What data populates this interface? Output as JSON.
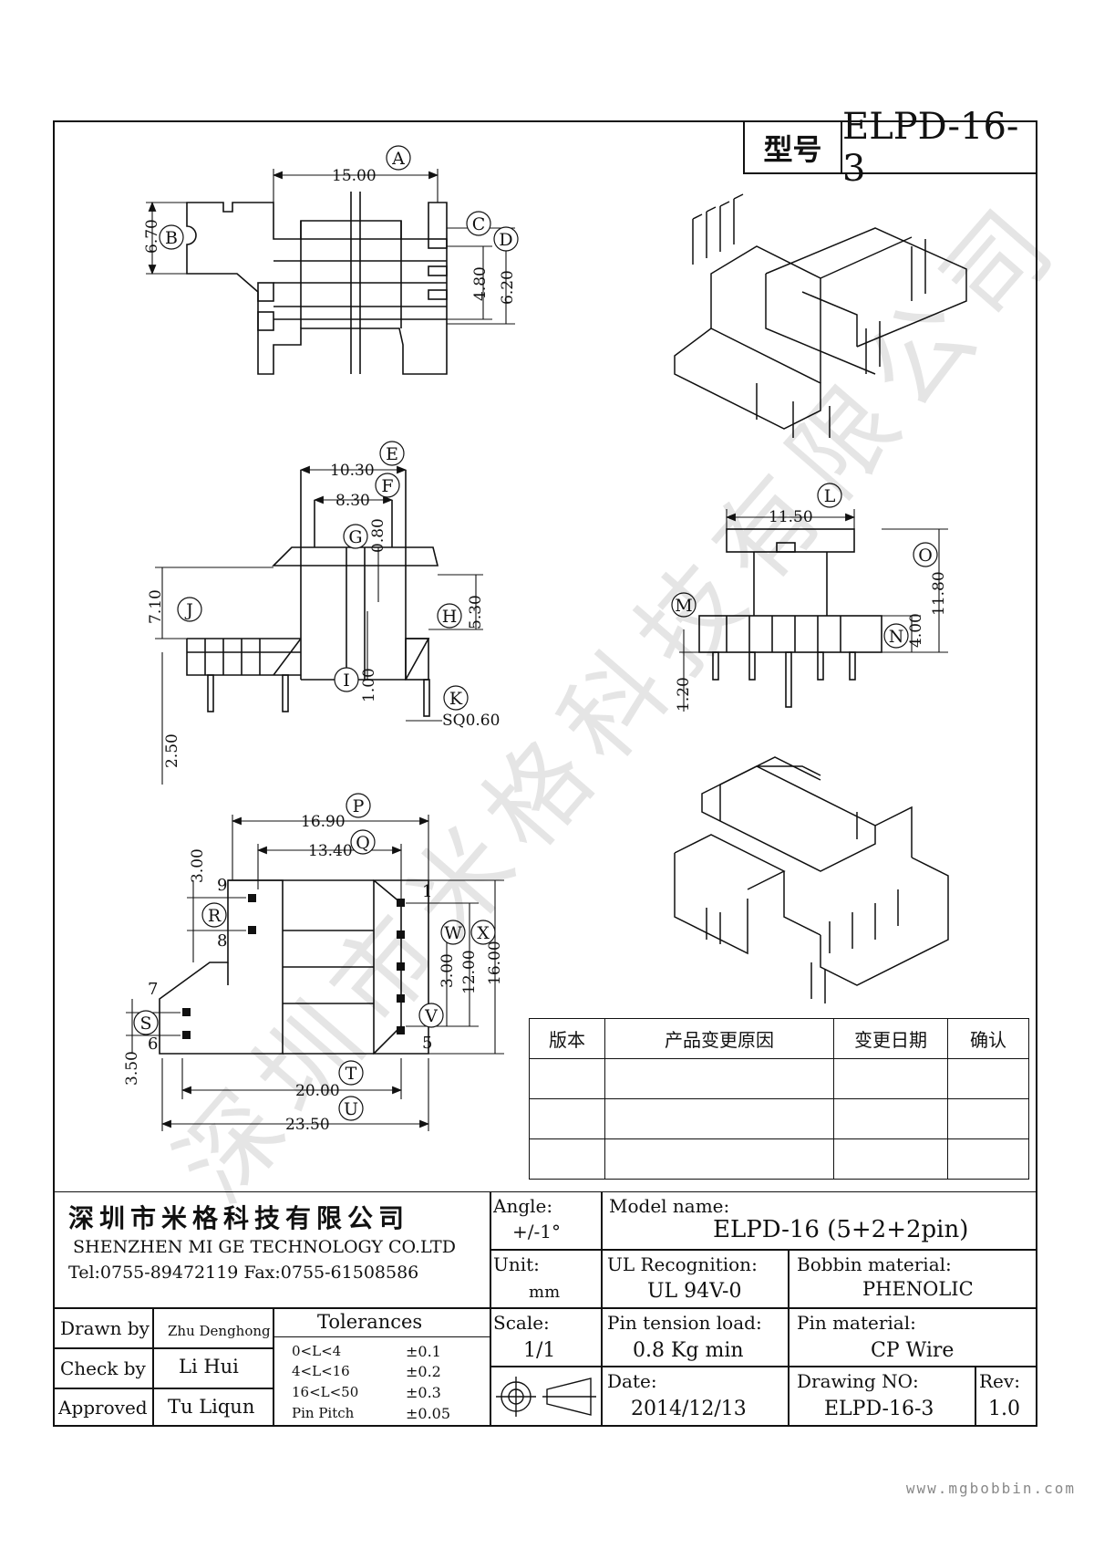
{
  "title_block": {
    "model_label": "型号",
    "model_value": "ELPD-16-3"
  },
  "dims": {
    "A": "A",
    "B": "B",
    "C": "C",
    "D": "D",
    "E": "E",
    "F": "F",
    "G": "G",
    "H": "H",
    "I": "I",
    "J": "J",
    "K": "K",
    "L": "L",
    "M": "M",
    "N": "N",
    "O": "O",
    "P": "P",
    "Q": "Q",
    "R": "R",
    "S": "S",
    "T": "T",
    "U": "U",
    "V": "V",
    "W": "W",
    "X": "X",
    "d15_00": "15.00",
    "d6_70": "6.70",
    "d4_80": "4.80",
    "d6_20": "6.20",
    "d10_30": "10.30",
    "d8_30": "8.30",
    "d0_80": "0.80",
    "d7_10": "7.10",
    "d5_30": "5.30",
    "d1_00": "1.00",
    "d2_50": "2.50",
    "sq0_60": "SQ0.60",
    "d11_50": "11.50",
    "d11_80": "11.80",
    "d4_00": "4.00",
    "d1_20": "1.20",
    "d16_90": "16.90",
    "d13_40": "13.40",
    "d3_00a": "3.00",
    "d3_00b": "3.00",
    "d12_00": "12.00",
    "d16_00": "16.00",
    "d3_50": "3.50",
    "d20_00": "20.00",
    "d23_50": "23.50",
    "pin1": "1",
    "pin5": "5",
    "pin6": "6",
    "pin7": "7",
    "pin8": "8",
    "pin9": "9"
  },
  "watermark": "深圳市米格科技有限公司",
  "revision_table": {
    "headers": [
      "版本",
      "产品变更原因",
      "变更日期",
      "确认"
    ]
  },
  "company": {
    "name_cn": "深圳市米格科技有限公司",
    "name_en": "SHENZHEN  MI GE TECHNOLOGY  CO.LTD",
    "contact": "Tel:0755-89472119    Fax:0755-61508586"
  },
  "specs": {
    "angle_label": "Angle:",
    "angle_value": "+/-1°",
    "model_name_label": "Model name:",
    "model_name_value": "ELPD-16 (5+2+2pin)",
    "unit_label": "Unit:",
    "unit_value": "mm",
    "ul_label": "UL Recognition:",
    "ul_value": "UL 94V-0",
    "bobbin_label": "Bobbin material:",
    "bobbin_value": "PHENOLIC",
    "scale_label": "Scale:",
    "scale_value": "1/1",
    "tension_label": "Pin tension load:",
    "tension_value": "0.8 Kg min",
    "pin_mat_label": "Pin material:",
    "pin_mat_value": "CP Wire",
    "date_label": "Date:",
    "date_value": "2014/12/13",
    "drawing_no_label": "Drawing NO:",
    "drawing_no_value": "ELPD-16-3",
    "rev_label": "Rev:",
    "rev_value": "1.0"
  },
  "approvals": {
    "drawn_label": "Drawn by",
    "drawn_value": "Zhu Denghong",
    "check_label": "Check by",
    "check_value": "Li Hui",
    "approved_label": "Approved",
    "approved_value": "Tu Liqun"
  },
  "tolerances": {
    "title": "Tolerances",
    "rows": [
      {
        "range": "0<L<4",
        "tol": "±0.1"
      },
      {
        "range": "4<L<16",
        "tol": "±0.2"
      },
      {
        "range": "16<L<50",
        "tol": "±0.3"
      },
      {
        "range": "Pin Pitch",
        "tol": "±0.05"
      }
    ]
  },
  "footer": {
    "url": "www.mgbobbin.com"
  }
}
